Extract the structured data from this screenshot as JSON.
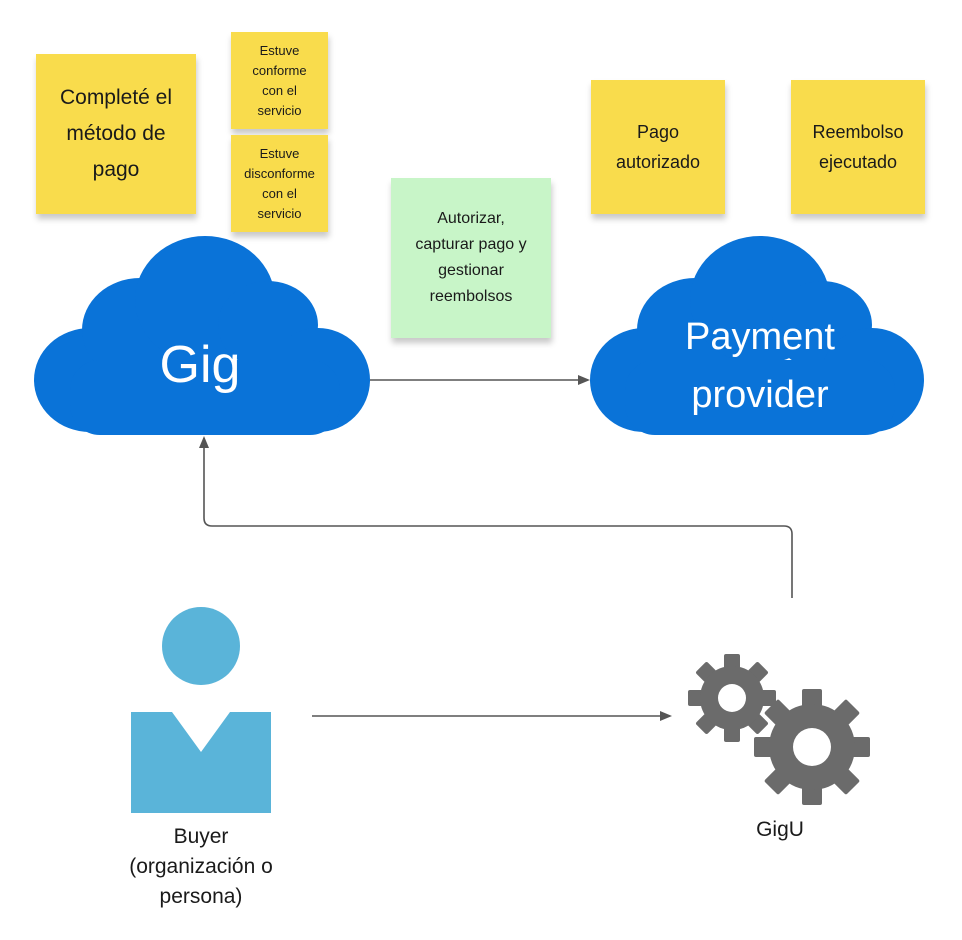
{
  "colors": {
    "cloud": "#0a73d8",
    "sticky_yellow": "#f9dc4c",
    "sticky_green": "#c8f5c8",
    "person": "#5ab4d9",
    "gear": "#6b6b6b",
    "connector": "#555555"
  },
  "notes": {
    "metodo_pago": "Completé el\nmétodo de\npago",
    "conforme": "Estuve\nconforme\ncon el\nservicio",
    "disconforme": "Estuve\ndisconforme\ncon el\nservicio",
    "autorizar": "Autorizar,\ncapturar pago y\ngestionar\nreembolsos",
    "pago_autorizado": "Pago\nautorizado",
    "reembolso": "Reembolso\nejecutado"
  },
  "clouds": {
    "gig": "Gig",
    "payment_provider": "Payment\nprovider"
  },
  "actors": {
    "buyer": "Buyer\n(organización o\npersona)",
    "gigu": "GigU"
  },
  "icons": {
    "cloud": "cloud-icon",
    "person": "person-icon",
    "gears": "gears-icon"
  }
}
